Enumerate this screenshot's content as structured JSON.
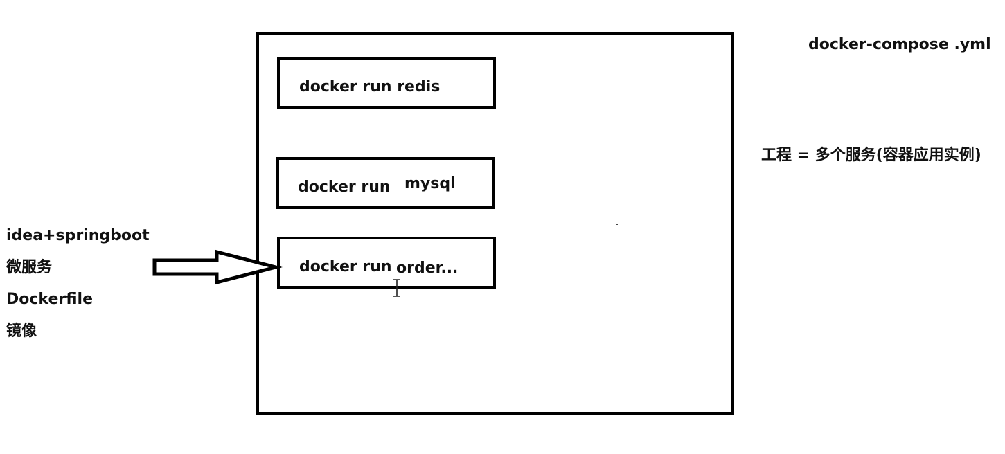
{
  "compose_file": "docker-compose .yml",
  "project_equation": "工程 = 多个服务(容器应用实例)",
  "services": [
    {
      "command": "docker run redis"
    },
    {
      "command": "docker run",
      "name": "mysql"
    },
    {
      "command": "docker run",
      "name": "order..."
    }
  ],
  "left_list": [
    "idea+springboot",
    "微服务",
    "Dockerfile",
    "镜像"
  ]
}
